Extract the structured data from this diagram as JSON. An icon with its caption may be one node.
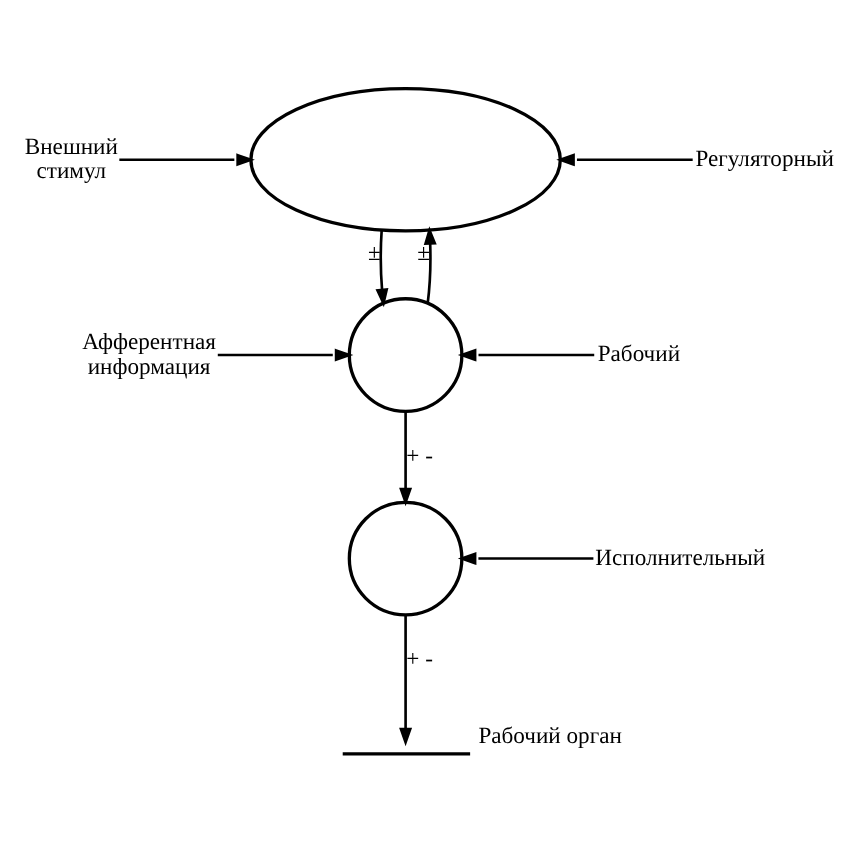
{
  "diagram": {
    "nodes": [
      {
        "text": [
          "Внешний стимул"
        ]
      },
      {
        "text": [],
        "shape": "ellipse"
      },
      {
        "text": [
          "Регуляторный"
        ]
      },
      {
        "text": [
          "Афферентная информация"
        ]
      },
      {
        "text": [],
        "shape": "circle"
      },
      {
        "text": [
          "Рабочий"
        ]
      },
      {
        "text": [],
        "shape": "circle"
      },
      {
        "text": [
          "Исполнительный"
        ]
      },
      {
        "text": [
          "Рабочий орган"
        ]
      }
    ],
    "edges": [
      {
        "from": 0,
        "to": 1,
        "arrow": "to"
      },
      {
        "from": 2,
        "to": 1,
        "arrow": "to"
      },
      {
        "from": 4,
        "to": 1,
        "arrow": "to",
        "label": "±"
      },
      {
        "from": 1,
        "to": 4,
        "arrow": "to",
        "label": "±"
      },
      {
        "from": 3,
        "to": 4,
        "arrow": "to"
      },
      {
        "from": 5,
        "to": 4,
        "arrow": "to"
      },
      {
        "from": 4,
        "to": 6,
        "arrow": "to",
        "label": "+ -"
      },
      {
        "from": 7,
        "to": 6,
        "arrow": "to"
      },
      {
        "from": 6,
        "to": 8,
        "arrow": "to",
        "label": "+ -"
      }
    ]
  }
}
